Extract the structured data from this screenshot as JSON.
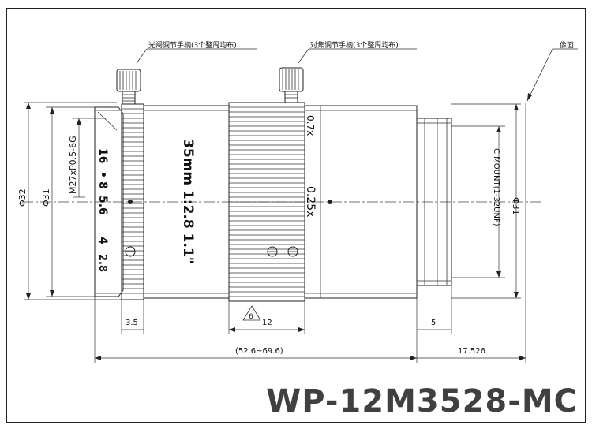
{
  "annotations": {
    "iris_handle": "光阑调节手柄(3个整周均布)",
    "focus_handle": "对焦调节手柄(3个整周均布)",
    "image_plane": "像面"
  },
  "dimensions": {
    "outer_dia": "Φ32",
    "inner_dia": "Φ31",
    "thread": "M27xP0.5-6G",
    "right_dia": "Φ31",
    "mount": "C MOUNT(1-32UNF)",
    "ring_width": "3.5",
    "focus_width": "12",
    "mount_len": "5",
    "total_len": "(52.6~69.6)",
    "flange": "17.526",
    "triangle_mark": "6"
  },
  "lens_print": {
    "aperture_scale": [
      "16",
      "8",
      "5.6",
      "4",
      "2.8"
    ],
    "spec": "35mm 1:2.8 1.1\"",
    "mag_top": "0.7x",
    "mag_mid": "0.25x"
  },
  "model": "WP-12M3528-MC"
}
